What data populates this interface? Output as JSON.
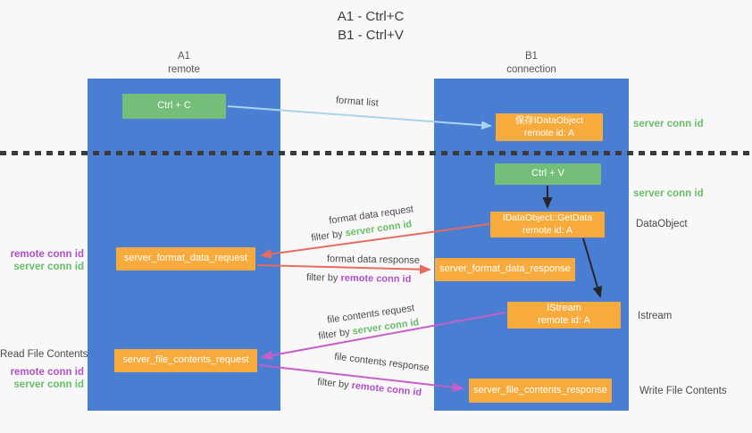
{
  "title": {
    "line1": "A1 - Ctrl+C",
    "line2": "B1 - Ctrl+V"
  },
  "lanes": {
    "left": {
      "name": "A1",
      "subtitle": "remote"
    },
    "right": {
      "name": "B1",
      "subtitle": "connection"
    }
  },
  "nodes": {
    "ctrl_c": {
      "label": "Ctrl + C"
    },
    "ctrl_v": {
      "label": "Ctrl + V"
    },
    "save_dataobject": {
      "line1": "保存IDataObject",
      "line2": "remote id: A"
    },
    "getdata": {
      "line1": "IDataObject::GetData",
      "line2": "remote id: A"
    },
    "istream_obj": {
      "line1": "IStream",
      "line2": "remote id: A"
    },
    "format_request": {
      "label": "server_format_data_request"
    },
    "format_response": {
      "label": "server_format_data_response"
    },
    "file_request": {
      "label": "server_file_contents_request"
    },
    "file_response": {
      "label": "server_file_contents_response"
    }
  },
  "arrows": {
    "format_list": "format list",
    "format_data_request": "format data request",
    "format_data_response": "format data response",
    "file_contents_request": "file contents request",
    "file_contents_response": "file contents response",
    "filter_by": "filter by ",
    "server_conn_id": "server conn id",
    "remote_conn_id": "remote conn id"
  },
  "side_labels": {
    "server_conn_id": "server conn id",
    "remote_conn_id": "remote conn id",
    "dataobject": "DataObject",
    "istream": "Istream",
    "read_file_contents": "Read File Contents",
    "write_file_contents": "Write File Contents"
  },
  "colors": {
    "lane_blue": "#4a7ed2",
    "box_green": "#74be79",
    "box_orange": "#f8ab3d",
    "arrow_red": "#e86a5c",
    "arrow_magenta": "#c75fc8",
    "arrow_light_blue": "#a9d3ef",
    "arrow_black": "#262626",
    "text_green": "#67bd68",
    "text_purple": "#b24fc8",
    "background": "#f8f8f8"
  }
}
